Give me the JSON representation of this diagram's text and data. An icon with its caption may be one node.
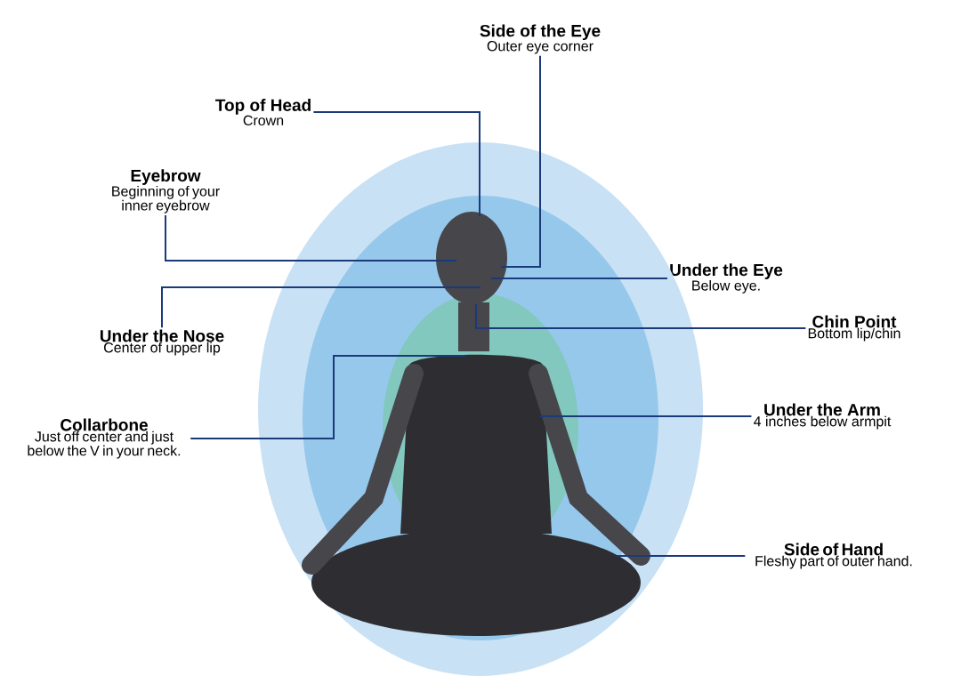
{
  "diagram": {
    "nodes": [
      {
        "text": [
          "Side of the Eye",
          "Outer eye corner"
        ]
      },
      {
        "text": [
          "Top of Head",
          "Crown"
        ]
      },
      {
        "text": [
          "Eyebrow",
          "Beginning of your inner eyebrow"
        ]
      },
      {
        "text": [
          "Under the Eye",
          "Below eye."
        ]
      },
      {
        "text": [
          "Under the Nose",
          "Center of upper lip"
        ]
      },
      {
        "text": [
          "Chin Point",
          "Bottom lip/chin"
        ]
      },
      {
        "text": [
          "Collarbone",
          "Just off center and just below the V in your neck."
        ]
      },
      {
        "text": [
          "Under the Arm",
          "4 inches below armpit"
        ]
      },
      {
        "text": [
          "Side of Hand",
          "Fleshy part of outer hand."
        ]
      }
    ],
    "edges": [
      {
        "from": 0,
        "to": null,
        "arrow": "none"
      },
      {
        "from": 1,
        "to": null,
        "arrow": "none"
      },
      {
        "from": 2,
        "to": null,
        "arrow": "none"
      },
      {
        "from": 3,
        "to": null,
        "arrow": "none"
      },
      {
        "from": 4,
        "to": null,
        "arrow": "none"
      },
      {
        "from": 5,
        "to": null,
        "arrow": "none"
      },
      {
        "from": 6,
        "to": null,
        "arrow": "none"
      },
      {
        "from": 7,
        "to": null,
        "arrow": "none"
      },
      {
        "from": 8,
        "to": null,
        "arrow": "none"
      }
    ]
  }
}
